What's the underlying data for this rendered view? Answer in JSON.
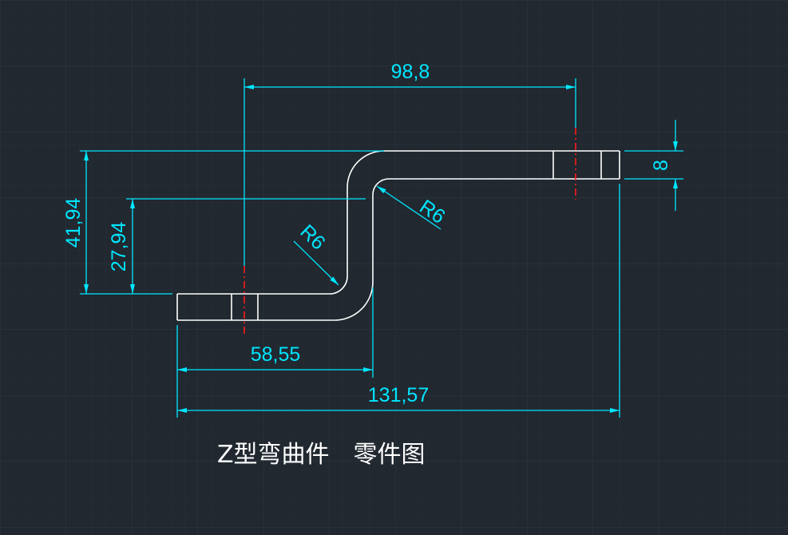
{
  "drawing": {
    "title": "Z型弯曲件　零件图",
    "colors": {
      "background": "#212830",
      "grid": "#2c343d",
      "part_outline": "#ffffff",
      "dimension": "#00e6ff",
      "center_line": "#ff1a1a"
    },
    "dimensions": {
      "top_length": "98,8",
      "thickness": "8",
      "overall_height": "41,94",
      "inner_height": "27,94",
      "radius_outer": "R6",
      "radius_inner": "R6",
      "bottom_length": "58,55",
      "overall_length": "131,57"
    }
  }
}
